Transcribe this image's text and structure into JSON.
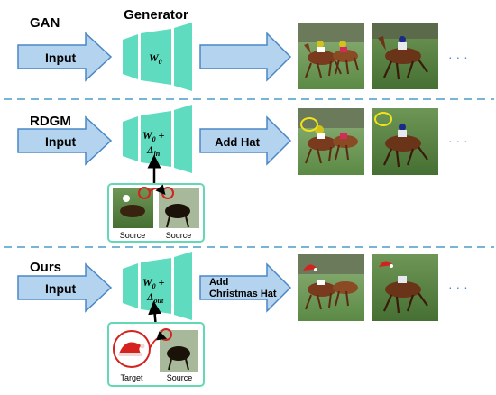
{
  "rows": [
    {
      "method": "GAN",
      "input_label": "Input",
      "generator_title": "Generator",
      "weight_line1": "W",
      "weight_sub1": "0",
      "weight_line2": "",
      "weight_sub2": "",
      "edit_label_line1": "",
      "edit_label_line2": "",
      "ellipsis": "· · ·"
    },
    {
      "method": "RDGM",
      "input_label": "Input",
      "weight_line1": "W",
      "weight_sub1": "0",
      "weight_plus": "+",
      "weight_line2": "Δ",
      "weight_sub2": "in",
      "edit_label_line1": "Add Hat",
      "edit_label_line2": "",
      "ellipsis": "· · ·",
      "refs": [
        "Source",
        "Source"
      ]
    },
    {
      "method": "Ours",
      "input_label": "Input",
      "weight_line1": "W",
      "weight_sub1": "0",
      "weight_plus": "+",
      "weight_line2": "Δ",
      "weight_sub2": "out",
      "edit_label_line1": "Add",
      "edit_label_line2": "Christmas Hat",
      "ellipsis": "· · ·",
      "refs": [
        "Target",
        "Source"
      ]
    }
  ],
  "colors": {
    "arrow_fill": "#b3d3ee",
    "arrow_stroke": "#4a87c6",
    "generator": "#5fdcbf",
    "divider": "#4a9bc9",
    "ref_border": "#64d7b4",
    "hat_red": "#d4231f",
    "ellipsis": "#4a87c6"
  }
}
